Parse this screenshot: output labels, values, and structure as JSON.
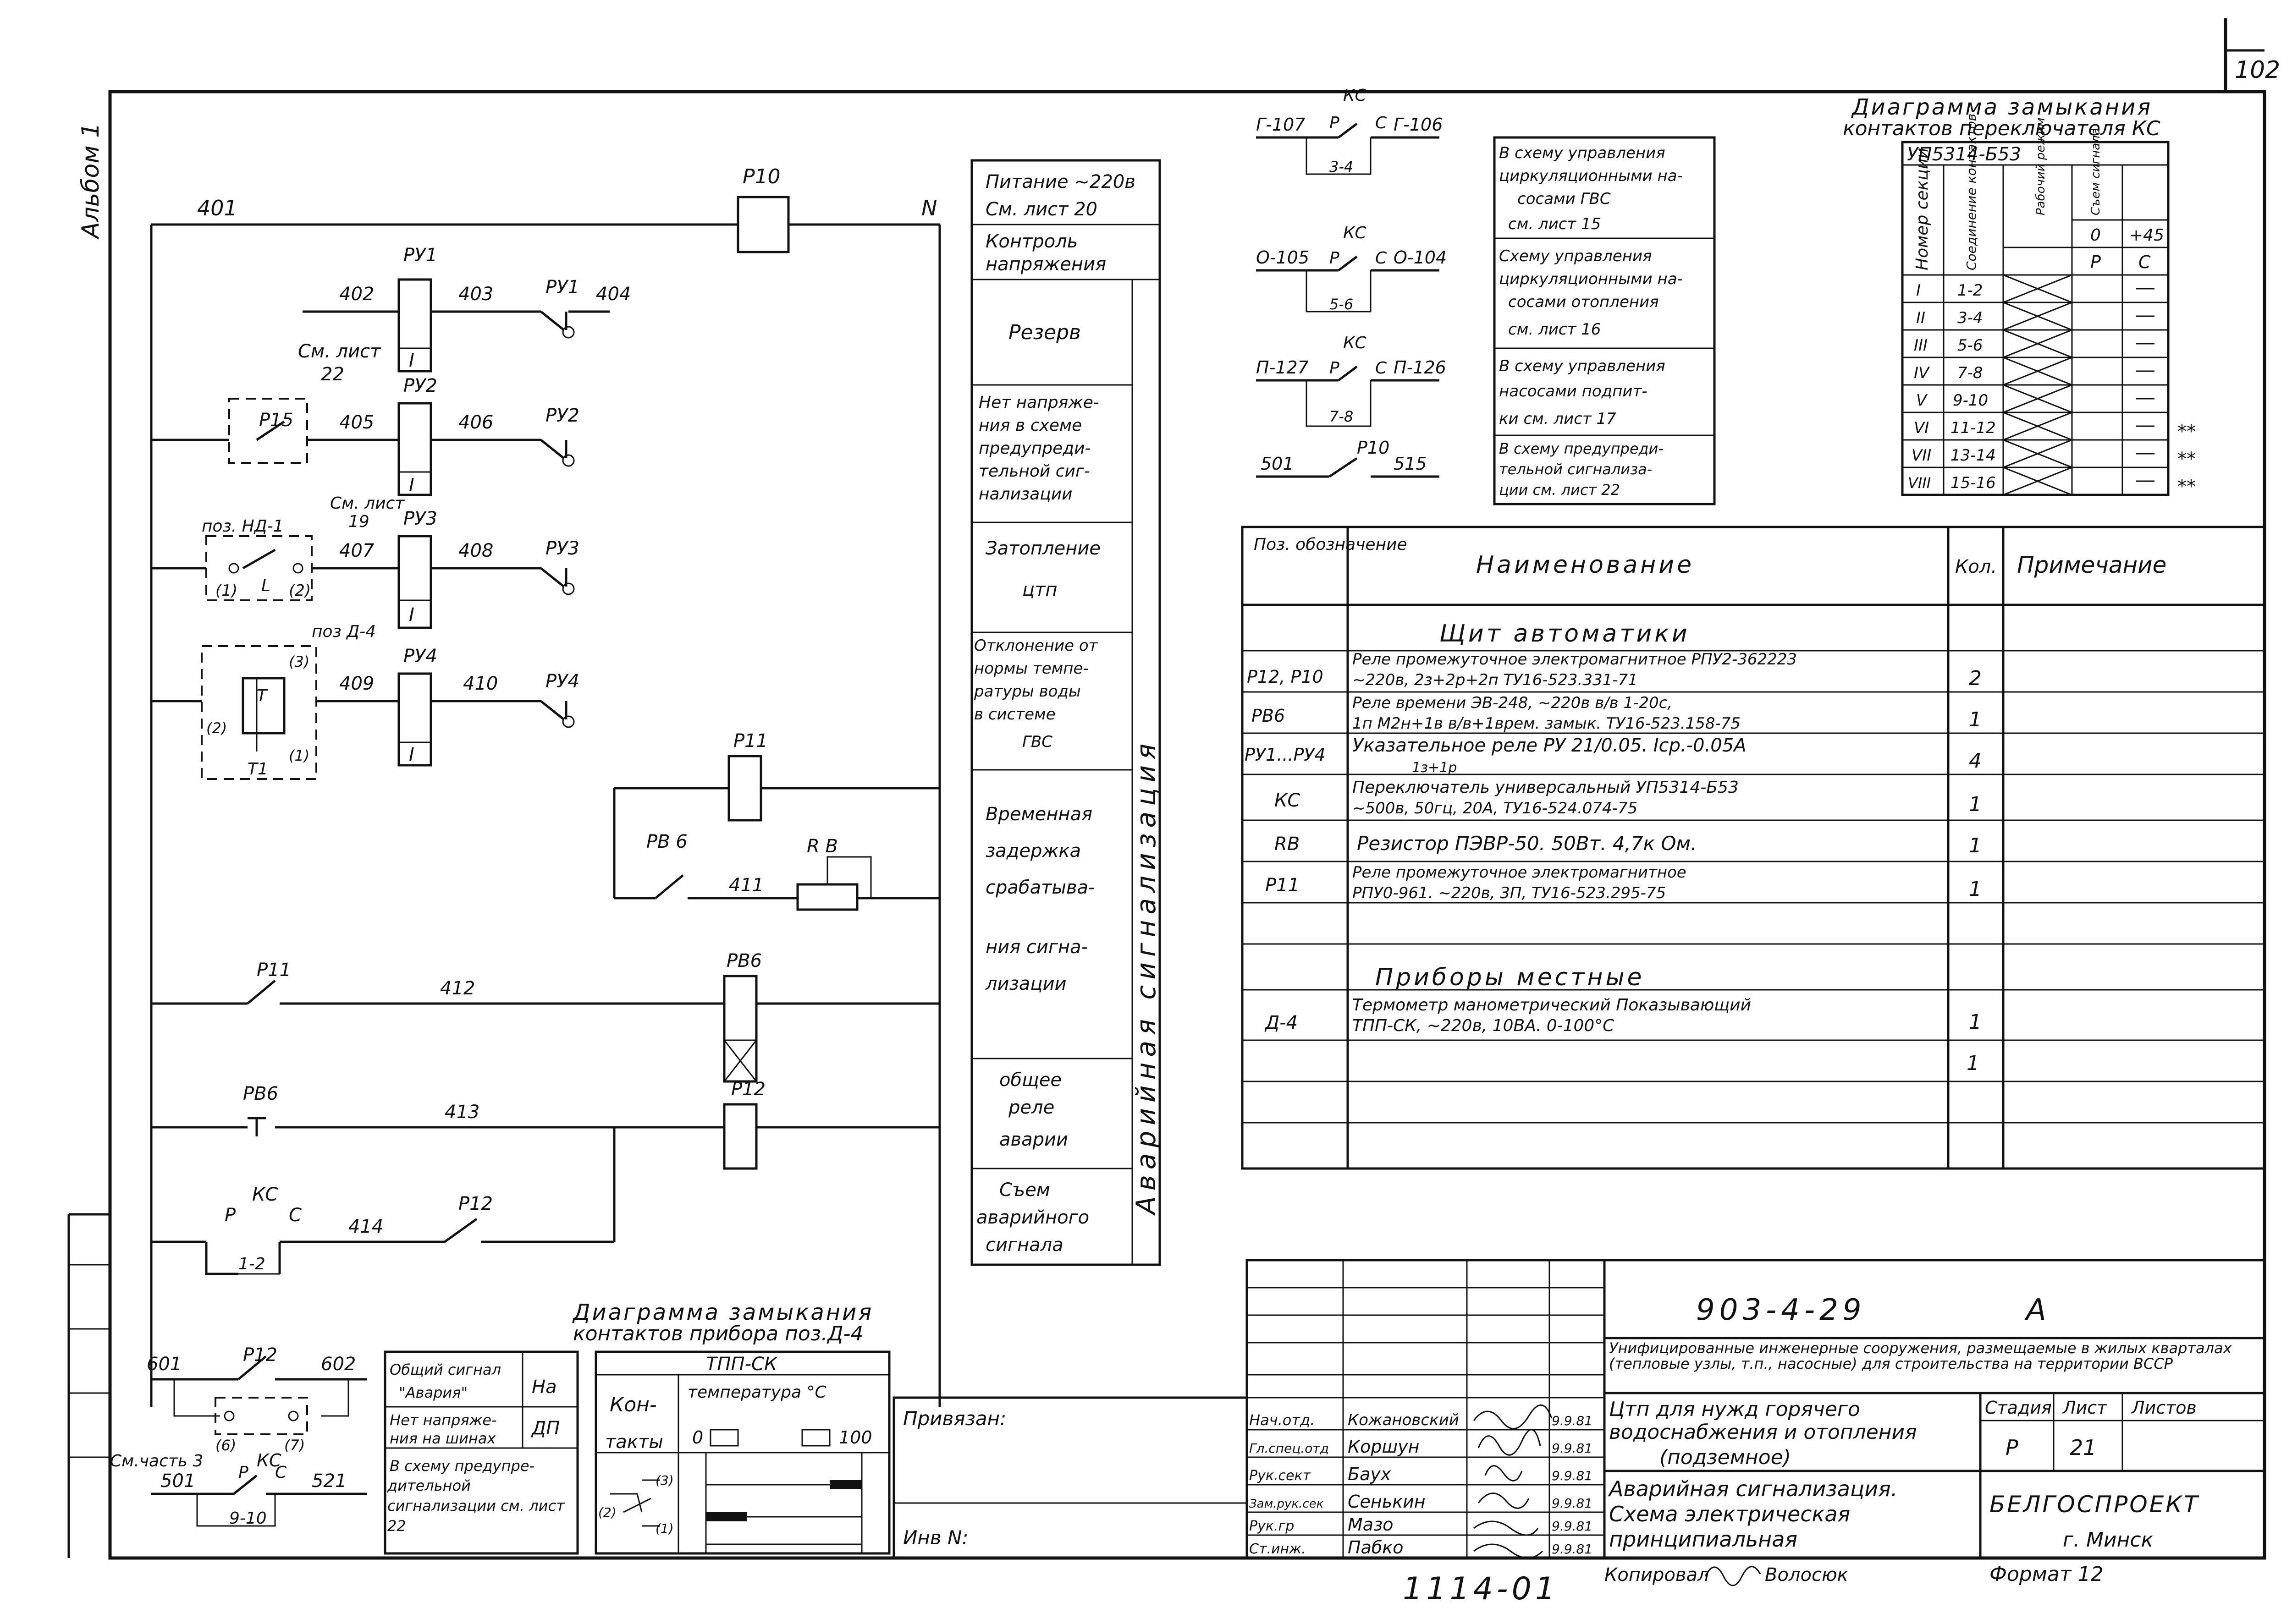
{
  "margin": {
    "album": "Альбом 1",
    "sheet_no": "102"
  },
  "stamp": {
    "doc_code": "903-4-29",
    "revision": "А",
    "series_title": "Унифицированные инженерные сооружения, размещаемые в жилых кварталах (тепловые узлы, т.п., насосные) для строительства на территории ВССР",
    "object_line1": "Цтп для нужд горячего",
    "object_line2": "водоснабжения и отопления",
    "object_line3": "(подземное)",
    "sheet_line1": "Аварийная сигнализация.",
    "sheet_line2": "Схема электрическая",
    "sheet_line3": "принципиальная",
    "stage_h": "Стадия",
    "sheet_h": "Лист",
    "sheets_h": "Листов",
    "stage": "Р",
    "sheet": "21",
    "org": "БЕЛГОСПРОЕКТ",
    "city": "г. Минск",
    "copied": "Копировал",
    "copier": "Волосюк",
    "format": "Формат 12",
    "bound": "Привязан:",
    "inv": "Инв N:",
    "inv_no": "1114-01",
    "people": [
      {
        "role": "Нач.отд.",
        "name": "Кожановский",
        "date": "9.9.81"
      },
      {
        "role": "Гл.спец.отд",
        "name": "Коршун",
        "date": "9.9.81"
      },
      {
        "role": "Рук.сект",
        "name": "Баух",
        "date": "9.9.81"
      },
      {
        "role": "Зам.рук.сек",
        "name": "Сенькин",
        "date": "9.9.81"
      },
      {
        "role": "Рук.гр",
        "name": "Мазо",
        "date": "9.9.81"
      },
      {
        "role": "Ст.инж.",
        "name": "Пабко",
        "date": "9.9.81"
      }
    ]
  },
  "side_table": {
    "rows": [
      "Питание ~220в",
      "См. лист 20",
      "Контроль",
      "напряжения",
      "Резерв",
      "Нет напряже-",
      "ния в схеме",
      "предупреди-",
      "тельной сиг-",
      "нализации",
      "Затопление",
      "цтп",
      "Отклонение от",
      "нормы темпе-",
      "ратуры воды",
      "в системе",
      "ГВС",
      "Временная",
      "задержка",
      "срабатыва-",
      "ния сигна-",
      "лизации",
      "общее",
      "реле",
      "аварии",
      "Съем",
      "аварийного",
      "сигнала"
    ],
    "vertical": "Аварийная сигнализация"
  },
  "kc_links": [
    {
      "left": "Г-107",
      "right": "Г-106",
      "contact": "3-4",
      "text": [
        "В схему управления",
        "циркуляционными на-",
        "сосами ГВС",
        "см. лист 15"
      ]
    },
    {
      "left": "О-105",
      "right": "О-104",
      "contact": "5-6",
      "text": [
        "Схему управления",
        "циркуляционными на-",
        "сосами отопления",
        "см. лист 16"
      ]
    },
    {
      "left": "П-127",
      "right": "П-126",
      "contact": "7-8",
      "text": [
        "В схему управления",
        "насосами подпит-",
        "ки см. лист 17"
      ]
    },
    {
      "left": "501",
      "right": "515",
      "contact": "Р10",
      "text": [
        "В схему предупреди-",
        "тельной сигнализа-",
        "ции см. лист 22"
      ]
    }
  ],
  "kc_diagram": {
    "title1": "Диаграмма замыкания",
    "title2": "контактов переключателя КС",
    "model": "УП5314-Б53",
    "headers": [
      "Номер секции",
      "Соединение контактов",
      "Рабочий режим",
      "Съем сигнала"
    ],
    "angles": [
      "0",
      "+45"
    ],
    "modes": [
      "Р",
      "С"
    ],
    "rows": [
      {
        "sec": "I",
        "con": "1-2",
        "mark": ""
      },
      {
        "sec": "II",
        "con": "3-4",
        "mark": ""
      },
      {
        "sec": "III",
        "con": "5-6",
        "mark": ""
      },
      {
        "sec": "IV",
        "con": "7-8",
        "mark": ""
      },
      {
        "sec": "V",
        "con": "9-10",
        "mark": ""
      },
      {
        "sec": "VI",
        "con": "11-12",
        "mark": "**"
      },
      {
        "sec": "VII",
        "con": "13-14",
        "mark": "**"
      },
      {
        "sec": "VIII",
        "con": "15-16",
        "mark": "**"
      }
    ]
  },
  "parts": {
    "headers": [
      "Поз. обозначение",
      "Наименование",
      "Кол.",
      "Примечание"
    ],
    "section1": "Щит автоматики",
    "section2": "Приборы местные",
    "rows": [
      {
        "pos": "Р12, Р10",
        "l1": "Реле промежуточное электромагнитное РПУ2-362223",
        "l2": "~220в, 2з+2р+2п  ТУ16-523.331-71",
        "qty": "2"
      },
      {
        "pos": "РВ6",
        "l1": "Реле времени  ЭВ-248, ~220в в/в 1-20с,",
        "l2": "1п М2н+1в в/в+1врем. замык. ТУ16-523.158-75",
        "qty": "1"
      },
      {
        "pos": "РУ1...РУ4",
        "l1": "Указательное реле РУ 21/0.05. Iср.-0.05А",
        "l2": "1з+1р",
        "qty": "4"
      },
      {
        "pos": "КС",
        "l1": "Переключатель универсальный  УП5314-Б53",
        "l2": "~500в, 50гц, 20А, ТУ16-524.074-75",
        "qty": "1"
      },
      {
        "pos": "RВ",
        "l1": "Резистор ПЭВР-50. 50Вт. 4,7к Ом.",
        "l2": "",
        "qty": "1"
      },
      {
        "pos": "Р11",
        "l1": "Реле промежуточное электромагнитное",
        "l2": "РПУ0-961.  ~220в, 3П,  ТУ16-523.295-75",
        "qty": "1"
      },
      {
        "pos": "Д-4",
        "l1": "Термометр манометрический Показывающий",
        "l2": "ТПП-СК, ~220в, 10ВА. 0-100°С",
        "qty": "1"
      }
    ],
    "extra_qty": "1"
  },
  "d4_diagram": {
    "title1": "Диаграмма замыкания",
    "title2": "контактов прибора поз.Д-4",
    "device": "ТПП-СК",
    "col1": "Кон-",
    "col1b": "такты",
    "col2": "температура °С",
    "t0": "0",
    "t100": "100",
    "c1": "(1)",
    "c2": "(2)",
    "c3": "(3)"
  },
  "bottom_left": {
    "wires": [
      "601",
      "602",
      "501",
      "521"
    ],
    "relay": "Р12",
    "kc": "КС",
    "p": "Р",
    "c": "С",
    "contact": "9-10",
    "note": "См.часть 3",
    "t6": "(6)",
    "t7": "(7)",
    "table": [
      {
        "a": "Общий сигнал",
        "b": "\"Авария\"",
        "v": "На"
      },
      {
        "a": "Нет напряже-",
        "b": "ния на шинах",
        "v": "ДП"
      },
      {
        "a": "В схему предупре-",
        "b": "дительной сигнализации см. лист 22",
        "v": ""
      }
    ]
  },
  "schematic": {
    "bus_l": "401",
    "bus_r": "N",
    "p10": "Р10",
    "ru1": "РУ1",
    "ru2": "РУ2",
    "ru3": "РУ3",
    "ru4": "РУ4",
    "roman1": "I",
    "roman2": "I",
    "roman3": "I",
    "roman4": "I",
    "w402": "402",
    "w403": "403",
    "w404": "404",
    "w405": "405",
    "w406": "406",
    "w407": "407",
    "w408": "408",
    "w409": "409",
    "w410": "410",
    "w411": "411",
    "w412": "412",
    "w413": "413",
    "w414": "414",
    "p15": "Р15",
    "see22": "См. лист",
    "see22b": "22",
    "nd1": "поз. НД-1",
    "see19": "См. лист",
    "see19b": "19",
    "l": "L",
    "n1": "(1)",
    "n2": "(2)",
    "d4": "поз Д-4",
    "t": "Т",
    "t1": "Т1",
    "m3": "(3)",
    "m2": "(2)",
    "m1": "(1)",
    "p11": "Р11",
    "pb6": "РВ 6",
    "rb": "R В",
    "pb6b": "РВ6",
    "p12": "Р12",
    "kc": "КС",
    "p": "Р",
    "c": "С",
    "c12": "1-2"
  },
  "kc_labels": {
    "kc": "КС",
    "p": "Р",
    "c": "С"
  }
}
